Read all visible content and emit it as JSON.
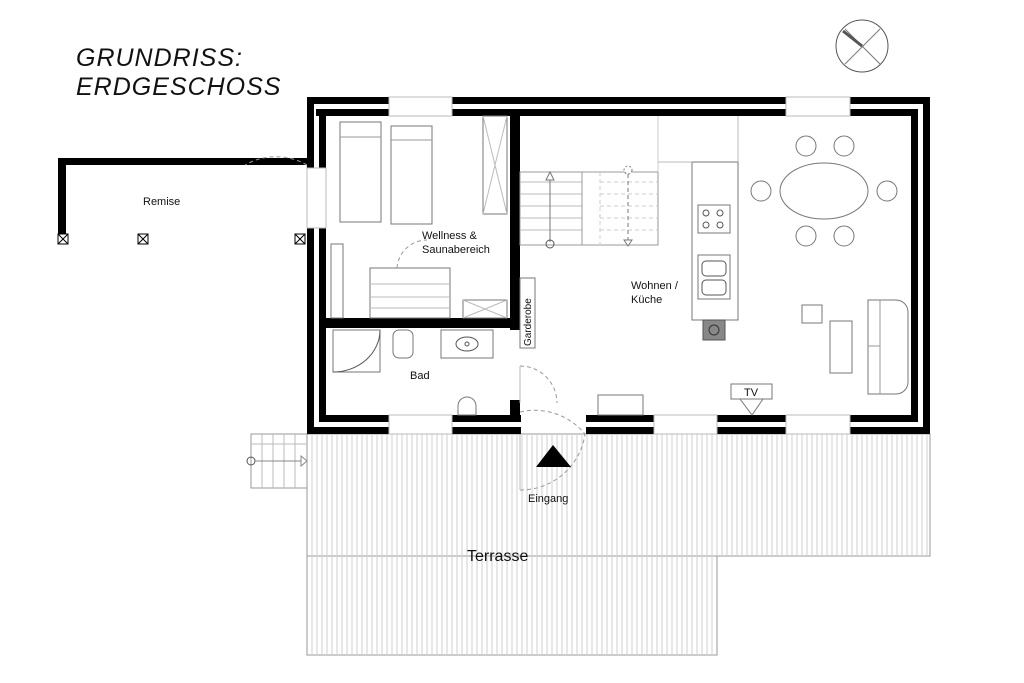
{
  "title": {
    "line1": "GRUNDRISS:",
    "line2": "ERDGESCHOSS"
  },
  "rooms": {
    "remise": "Remise",
    "wellness_line1": "Wellness &",
    "wellness_line2": "Saunabereich",
    "wohnen_line1": "Wohnen /",
    "wohnen_line2": "Küche",
    "bad": "Bad",
    "garderobe": "Garderobe",
    "tv": "TV",
    "eingang": "Eingang",
    "terrasse": "Terrasse"
  },
  "icons": {
    "compass": "north-arrow-icon",
    "entrance": "entrance-triangle-icon"
  }
}
